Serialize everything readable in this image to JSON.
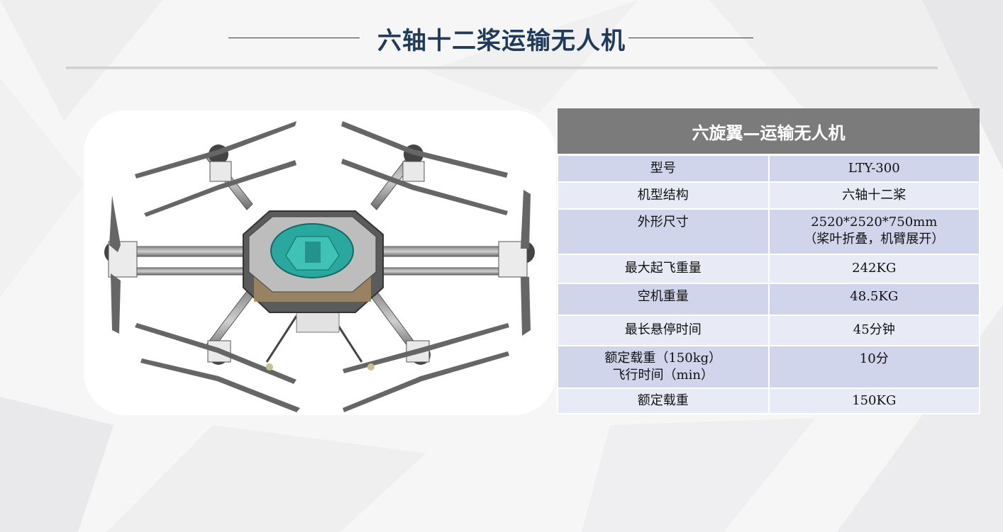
{
  "page": {
    "title": "六轴十二桨运输无人机"
  },
  "image": {
    "alt": "六轴十二桨运输无人机 三维模型",
    "icon": "hexacopter-drone-illustration"
  },
  "spec_table": {
    "header": "六旋翼—运输无人机",
    "rows": [
      {
        "label": "型号",
        "value": "LTY-300"
      },
      {
        "label": "机型结构",
        "value": "六轴十二桨"
      },
      {
        "label": "外形尺寸",
        "value_line1": "2520*2520*750mm",
        "value_line2": "（桨叶折叠，机臂展开）"
      },
      {
        "label": "最大起飞重量",
        "value": "242KG"
      },
      {
        "label": "空机重量",
        "value": "48.5KG"
      },
      {
        "label": "最长悬停时间",
        "value": "45分钟"
      },
      {
        "label_line1": "额定载重（150kg）",
        "label_line2": "飞行时间（min）",
        "value": "10分"
      },
      {
        "label": "额定载重",
        "value": "150KG"
      }
    ]
  },
  "colors": {
    "title": "#1f3a5a",
    "header_bg": "#7b7b7b",
    "row_odd": "#d1d5ec",
    "row_even": "#e8eaf5",
    "hub_teal": "#2aa8a0"
  }
}
